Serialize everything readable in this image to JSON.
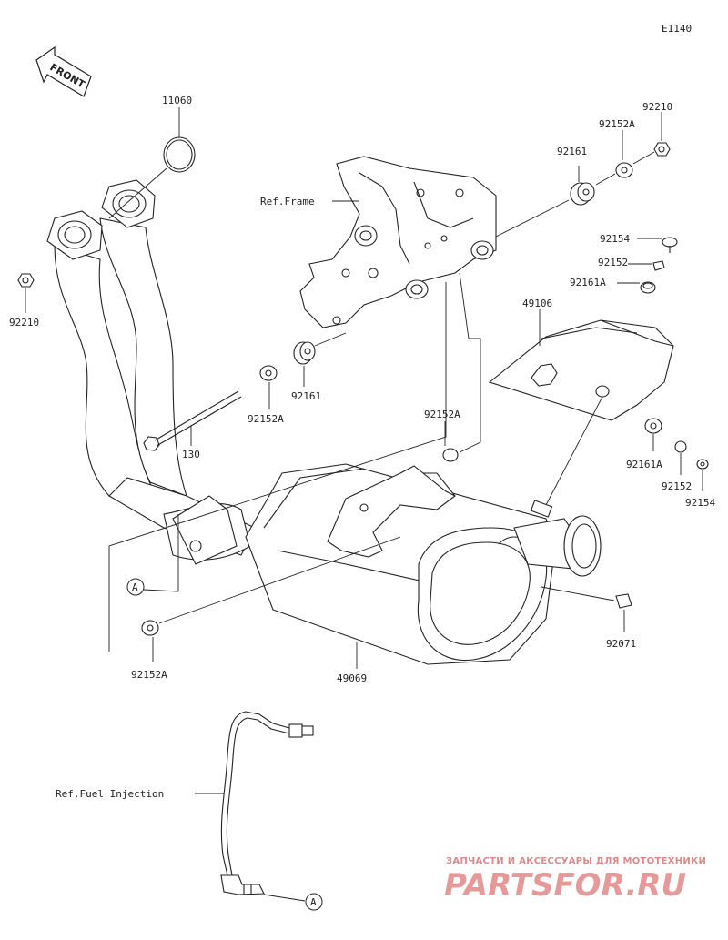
{
  "diagram_code": "E1140",
  "front_label": "FRONT",
  "refs": {
    "frame": "Ref.Frame",
    "fuel_injection": "Ref.Fuel Injection"
  },
  "callout_letter": "A",
  "parts": {
    "p11060": "11060",
    "p92210_left": "92210",
    "p92210_right": "92210",
    "p92152A_top": "92152A",
    "p92161_top": "92161",
    "p92154_top": "92154",
    "p92152_top": "92152",
    "p92161A_top": "92161A",
    "p49106": "49106",
    "p92161_mid": "92161",
    "p92152A_mid": "92152A",
    "p130": "130",
    "p92152A_right": "92152A",
    "p92161A_bottom": "92161A",
    "p92152_bottom": "92152",
    "p92154_bottom": "92154",
    "p92071": "92071",
    "p49069": "49069",
    "p92152A_bottom": "92152A"
  },
  "watermark": {
    "line1": "ЗАПЧАСТИ И АКСЕССУАРЫ ДЛЯ МОТОТЕХНИКИ",
    "line2": "PARTSFOR.RU"
  }
}
